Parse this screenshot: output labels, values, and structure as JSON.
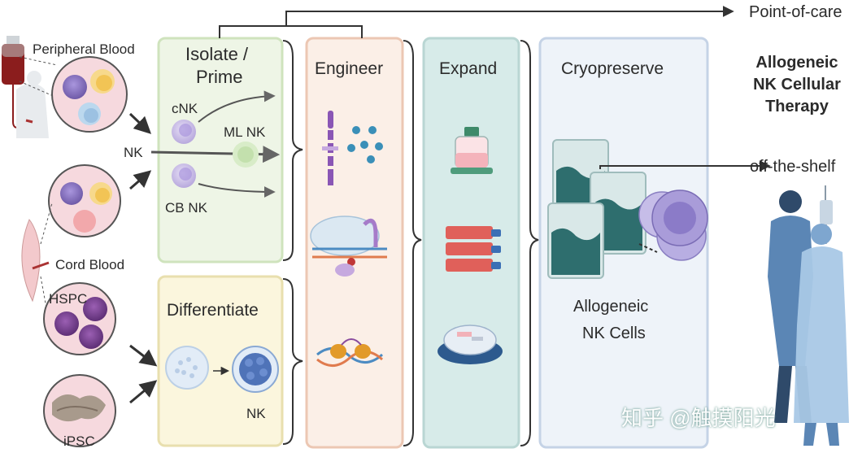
{
  "sources": {
    "peripheral_blood": "Peripheral Blood",
    "cord_blood": "Cord Blood",
    "hspc": "HSPC",
    "ipsc": "iPSC",
    "nk": "NK"
  },
  "stages": {
    "isolate_prime_line1": "Isolate /",
    "isolate_prime_line2": "Prime",
    "cnk": "cNK",
    "ml_nk": "ML  NK",
    "cb_nk": "CB  NK",
    "differentiate": "Differentiate",
    "diff_nk": "NK",
    "engineer": "Engineer",
    "expand": "Expand",
    "cryopreserve": "Cryopreserve",
    "allogeneic_nk_cells_line1": "Allogeneic",
    "allogeneic_nk_cells_line2": "NK Cells"
  },
  "outputs": {
    "point_of_care": "Point-of-care",
    "off_the_shelf": "off-the-shelf"
  },
  "headline": {
    "line1": "Allogeneic",
    "line2": "NK Cellular",
    "line3": "Therapy"
  },
  "watermark": "知乎 @触摸阳光",
  "colors": {
    "isolate_fill": "#eef5e6",
    "isolate_border": "#cfe3bd",
    "diff_fill": "#fbf6dd",
    "diff_border": "#e8dfae",
    "engineer_fill": "#fbefe7",
    "engineer_border": "#ecc7b3",
    "expand_fill": "#d7ebe9",
    "expand_border": "#b9d6d3",
    "cryo_fill": "#eef3f9",
    "cryo_border": "#c5d3e6",
    "cell_purple": "#8a6bbf",
    "bag_teal": "#2e6e6e"
  }
}
